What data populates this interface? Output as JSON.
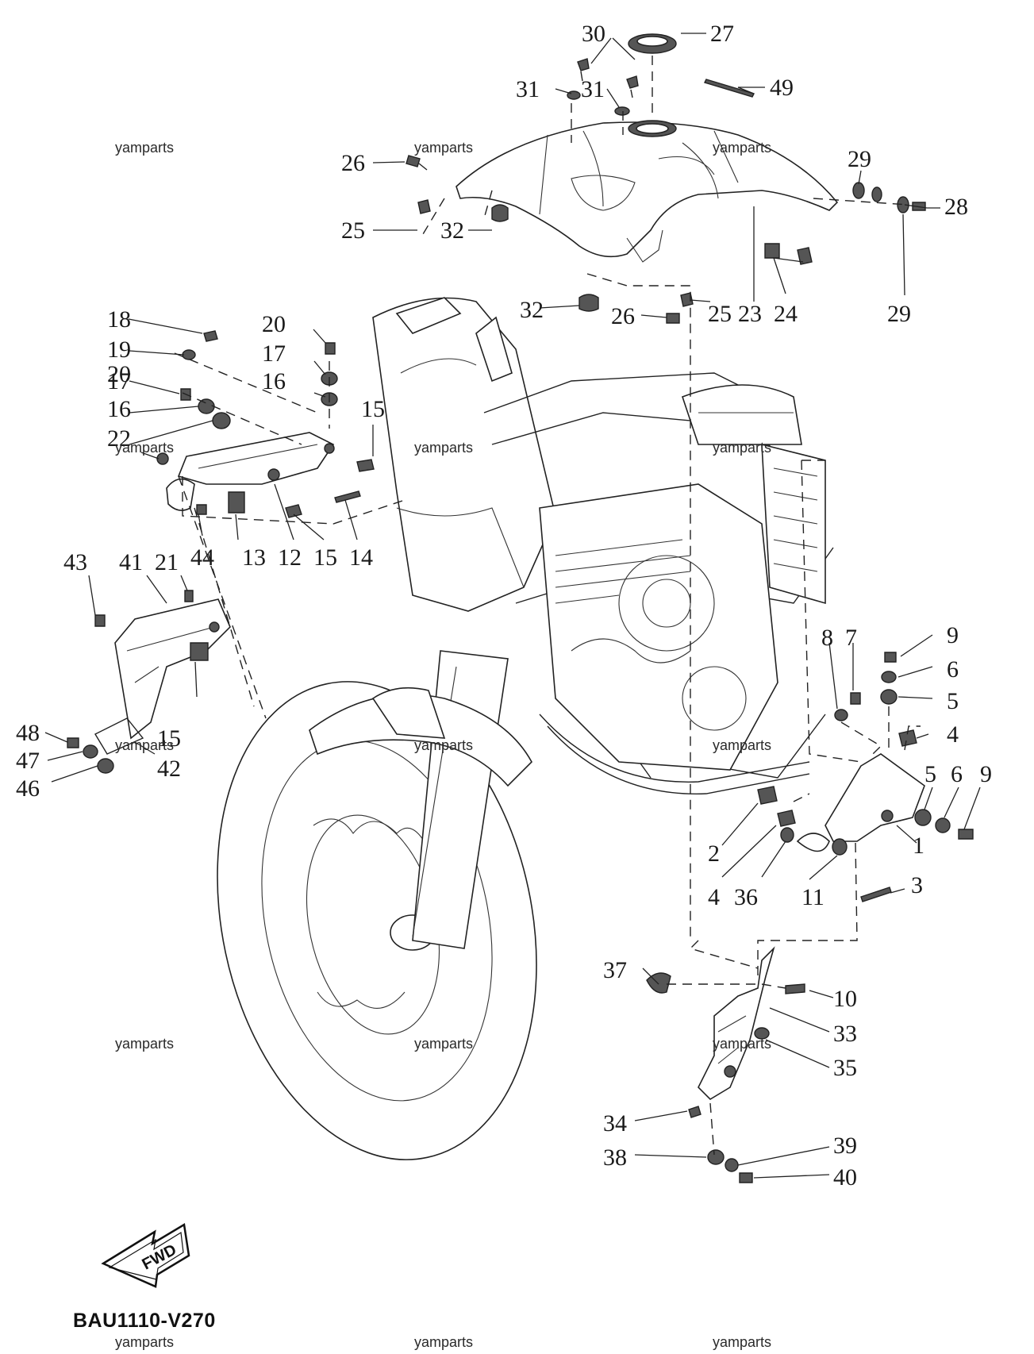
{
  "diagram_code": "BAU1110-V270",
  "fwd_label": "FWD",
  "watermark": "yamparts",
  "callouts": {
    "c1": "1",
    "c2": "2",
    "c3": "3",
    "c4a": "4",
    "c4b": "4",
    "c5a": "5",
    "c5b": "5",
    "c6a": "6",
    "c6b": "6",
    "c7": "7",
    "c8": "8",
    "c9a": "9",
    "c9b": "9",
    "c10": "10",
    "c11": "11",
    "c12": "12",
    "c13": "13",
    "c14": "14",
    "c15a": "15",
    "c15b": "15",
    "c15c": "15",
    "c16a": "16",
    "c16b": "16",
    "c17a": "17",
    "c17b": "17",
    "c18": "18",
    "c19": "19",
    "c20a": "20",
    "c20b": "20",
    "c21": "21",
    "c22": "22",
    "c23": "23",
    "c24": "24",
    "c25a": "25",
    "c25b": "25",
    "c26a": "26",
    "c26b": "26",
    "c27": "27",
    "c28": "28",
    "c29a": "29",
    "c29b": "29",
    "c30": "30",
    "c31a": "31",
    "c31b": "31",
    "c32a": "32",
    "c32b": "32",
    "c33": "33",
    "c34": "34",
    "c35": "35",
    "c36": "36",
    "c37": "37",
    "c38": "38",
    "c39": "39",
    "c40": "40",
    "c41": "41",
    "c42": "42",
    "c43": "43",
    "c44": "44",
    "c46": "46",
    "c47": "47",
    "c48": "48",
    "c49": "49"
  }
}
